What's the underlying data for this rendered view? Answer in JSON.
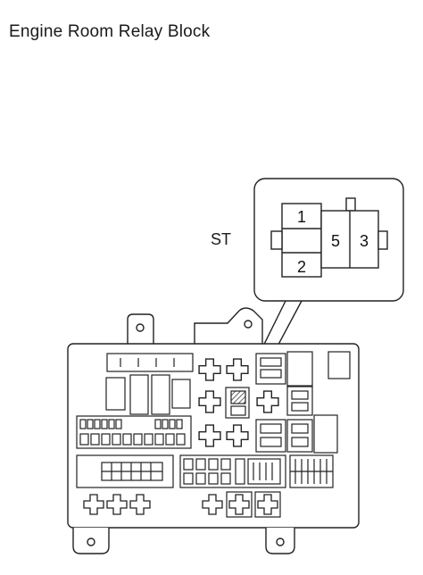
{
  "diagram": {
    "title": "Engine Room Relay Block",
    "relay_label": "ST",
    "terminals": {
      "t1": "1",
      "t2": "2",
      "t3": "3",
      "t5": "5"
    }
  }
}
